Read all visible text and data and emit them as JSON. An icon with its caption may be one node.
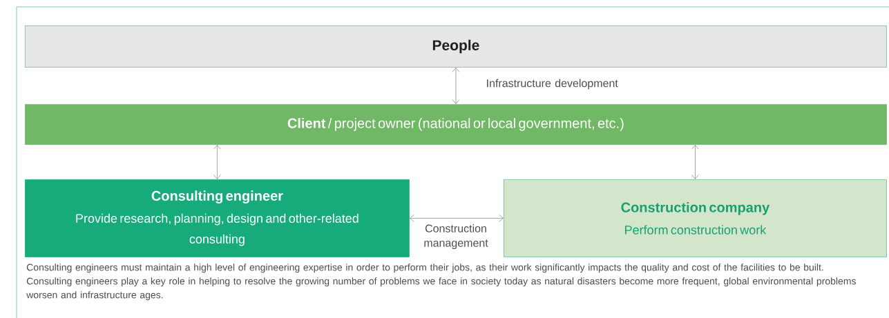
{
  "diagram": {
    "caption": "Consulting engineers must maintain a high level of engineering expertise in order to perform their jobs, as their work significantly impacts the quality and cost of the facilities to be built. Consulting engineers play a key role in helping to resolve the growing number of problems we face in society today as natural disasters become more frequent, global environmental problems worsen and infrastructure ages.",
    "nodes": [
      {
        "text": [
          "People"
        ]
      },
      {
        "text": [
          "**Client** / project owner (national or local government, etc.)"
        ]
      },
      {
        "text": [
          "Consulting engineer",
          "Provide research, planning, design and other-related consulting"
        ]
      },
      {
        "text": [
          "Construction company",
          "Perform construction work"
        ]
      }
    ],
    "edges": [
      {
        "from": 0,
        "to": 1,
        "arrow": "both",
        "label": "Infrastructure development"
      },
      {
        "from": 1,
        "to": 2,
        "arrow": "both"
      },
      {
        "from": 1,
        "to": 3,
        "arrow": "both"
      },
      {
        "from": 2,
        "to": 3,
        "arrow": "both",
        "label": "Construction management"
      }
    ]
  }
}
